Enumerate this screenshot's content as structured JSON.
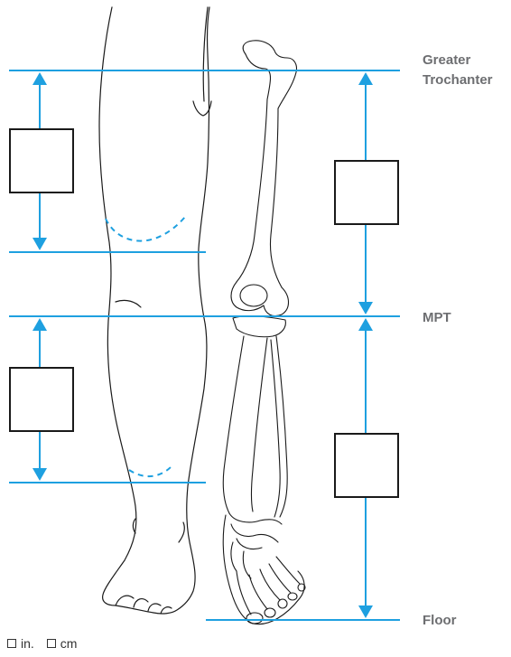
{
  "labels": {
    "greater_trochanter": [
      "Greater",
      "Trochanter"
    ],
    "mpt": "MPT",
    "floor": "Floor"
  },
  "units": [
    {
      "label": "in."
    },
    {
      "label": "cm"
    }
  ],
  "colors": {
    "measure_line": "#1ea0e0",
    "outline": "#1a1a1a",
    "label_text": "#6d6e71"
  }
}
